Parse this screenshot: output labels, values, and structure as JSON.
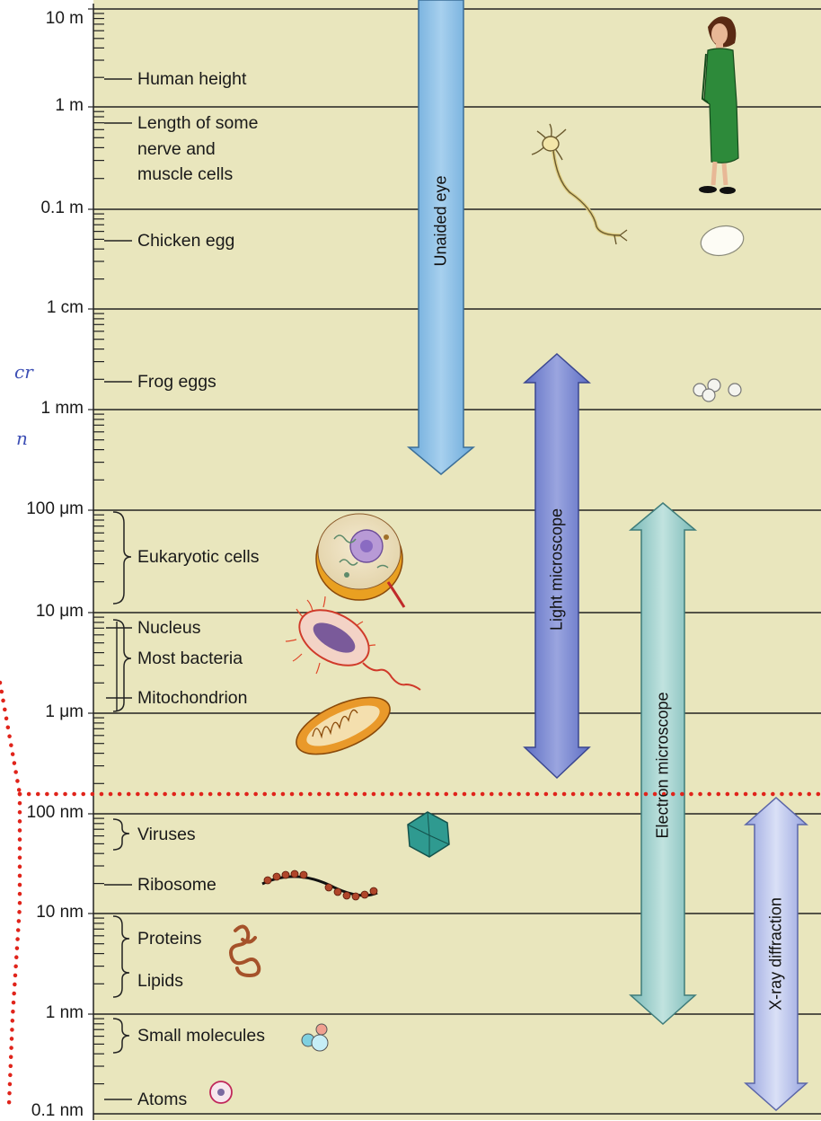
{
  "scale_marks": [
    {
      "label": "10 m"
    },
    {
      "label": "1 m"
    },
    {
      "label": "0.1 m"
    },
    {
      "label": "1 cm"
    },
    {
      "label": "1 mm"
    },
    {
      "label": "100 μm"
    },
    {
      "label": "10 μm"
    },
    {
      "label": "1 μm"
    },
    {
      "label": "100 nm"
    },
    {
      "label": "10 nm"
    },
    {
      "label": "1 nm"
    },
    {
      "label": "0.1 nm"
    }
  ],
  "items": {
    "human_height": "Human height",
    "nerve_line1": "Length of some",
    "nerve_line2": "nerve and",
    "nerve_line3": "muscle cells",
    "chicken_egg": "Chicken egg",
    "frog_eggs": "Frog eggs",
    "eukaryotic_cells": "Eukaryotic cells",
    "nucleus": "Nucleus",
    "most_bacteria": "Most bacteria",
    "mitochondrion": "Mitochondrion",
    "viruses": "Viruses",
    "ribosome": "Ribosome",
    "proteins": "Proteins",
    "lipids": "Lipids",
    "small_molecules": "Small molecules",
    "atoms": "Atoms"
  },
  "instruments": {
    "unaided_eye": "Unaided eye",
    "light_microscope": "Light microscope",
    "electron_microscope": "Electron microscope",
    "xray_diffraction": "X-ray diffraction"
  },
  "handwritten": {
    "note1": "cr",
    "note2": "n"
  },
  "colors": {
    "background": "#e9e6bd",
    "unaided_eye": "#8dbfe3",
    "light_microscope": "#7d8bd0",
    "electron_microscope": "#9fd0cc",
    "xray_diffraction": "#b9c3ea",
    "dotted_line": "#e0241b"
  },
  "icons": [
    "woman-icon",
    "neuron-icon",
    "chicken-egg-icon",
    "frog-eggs-icon",
    "eukaryotic-cell-icon",
    "bacterium-icon",
    "mitochondrion-icon",
    "virus-icon",
    "ribosome-icon",
    "protein-icon",
    "small-molecule-icon",
    "atom-icon"
  ]
}
